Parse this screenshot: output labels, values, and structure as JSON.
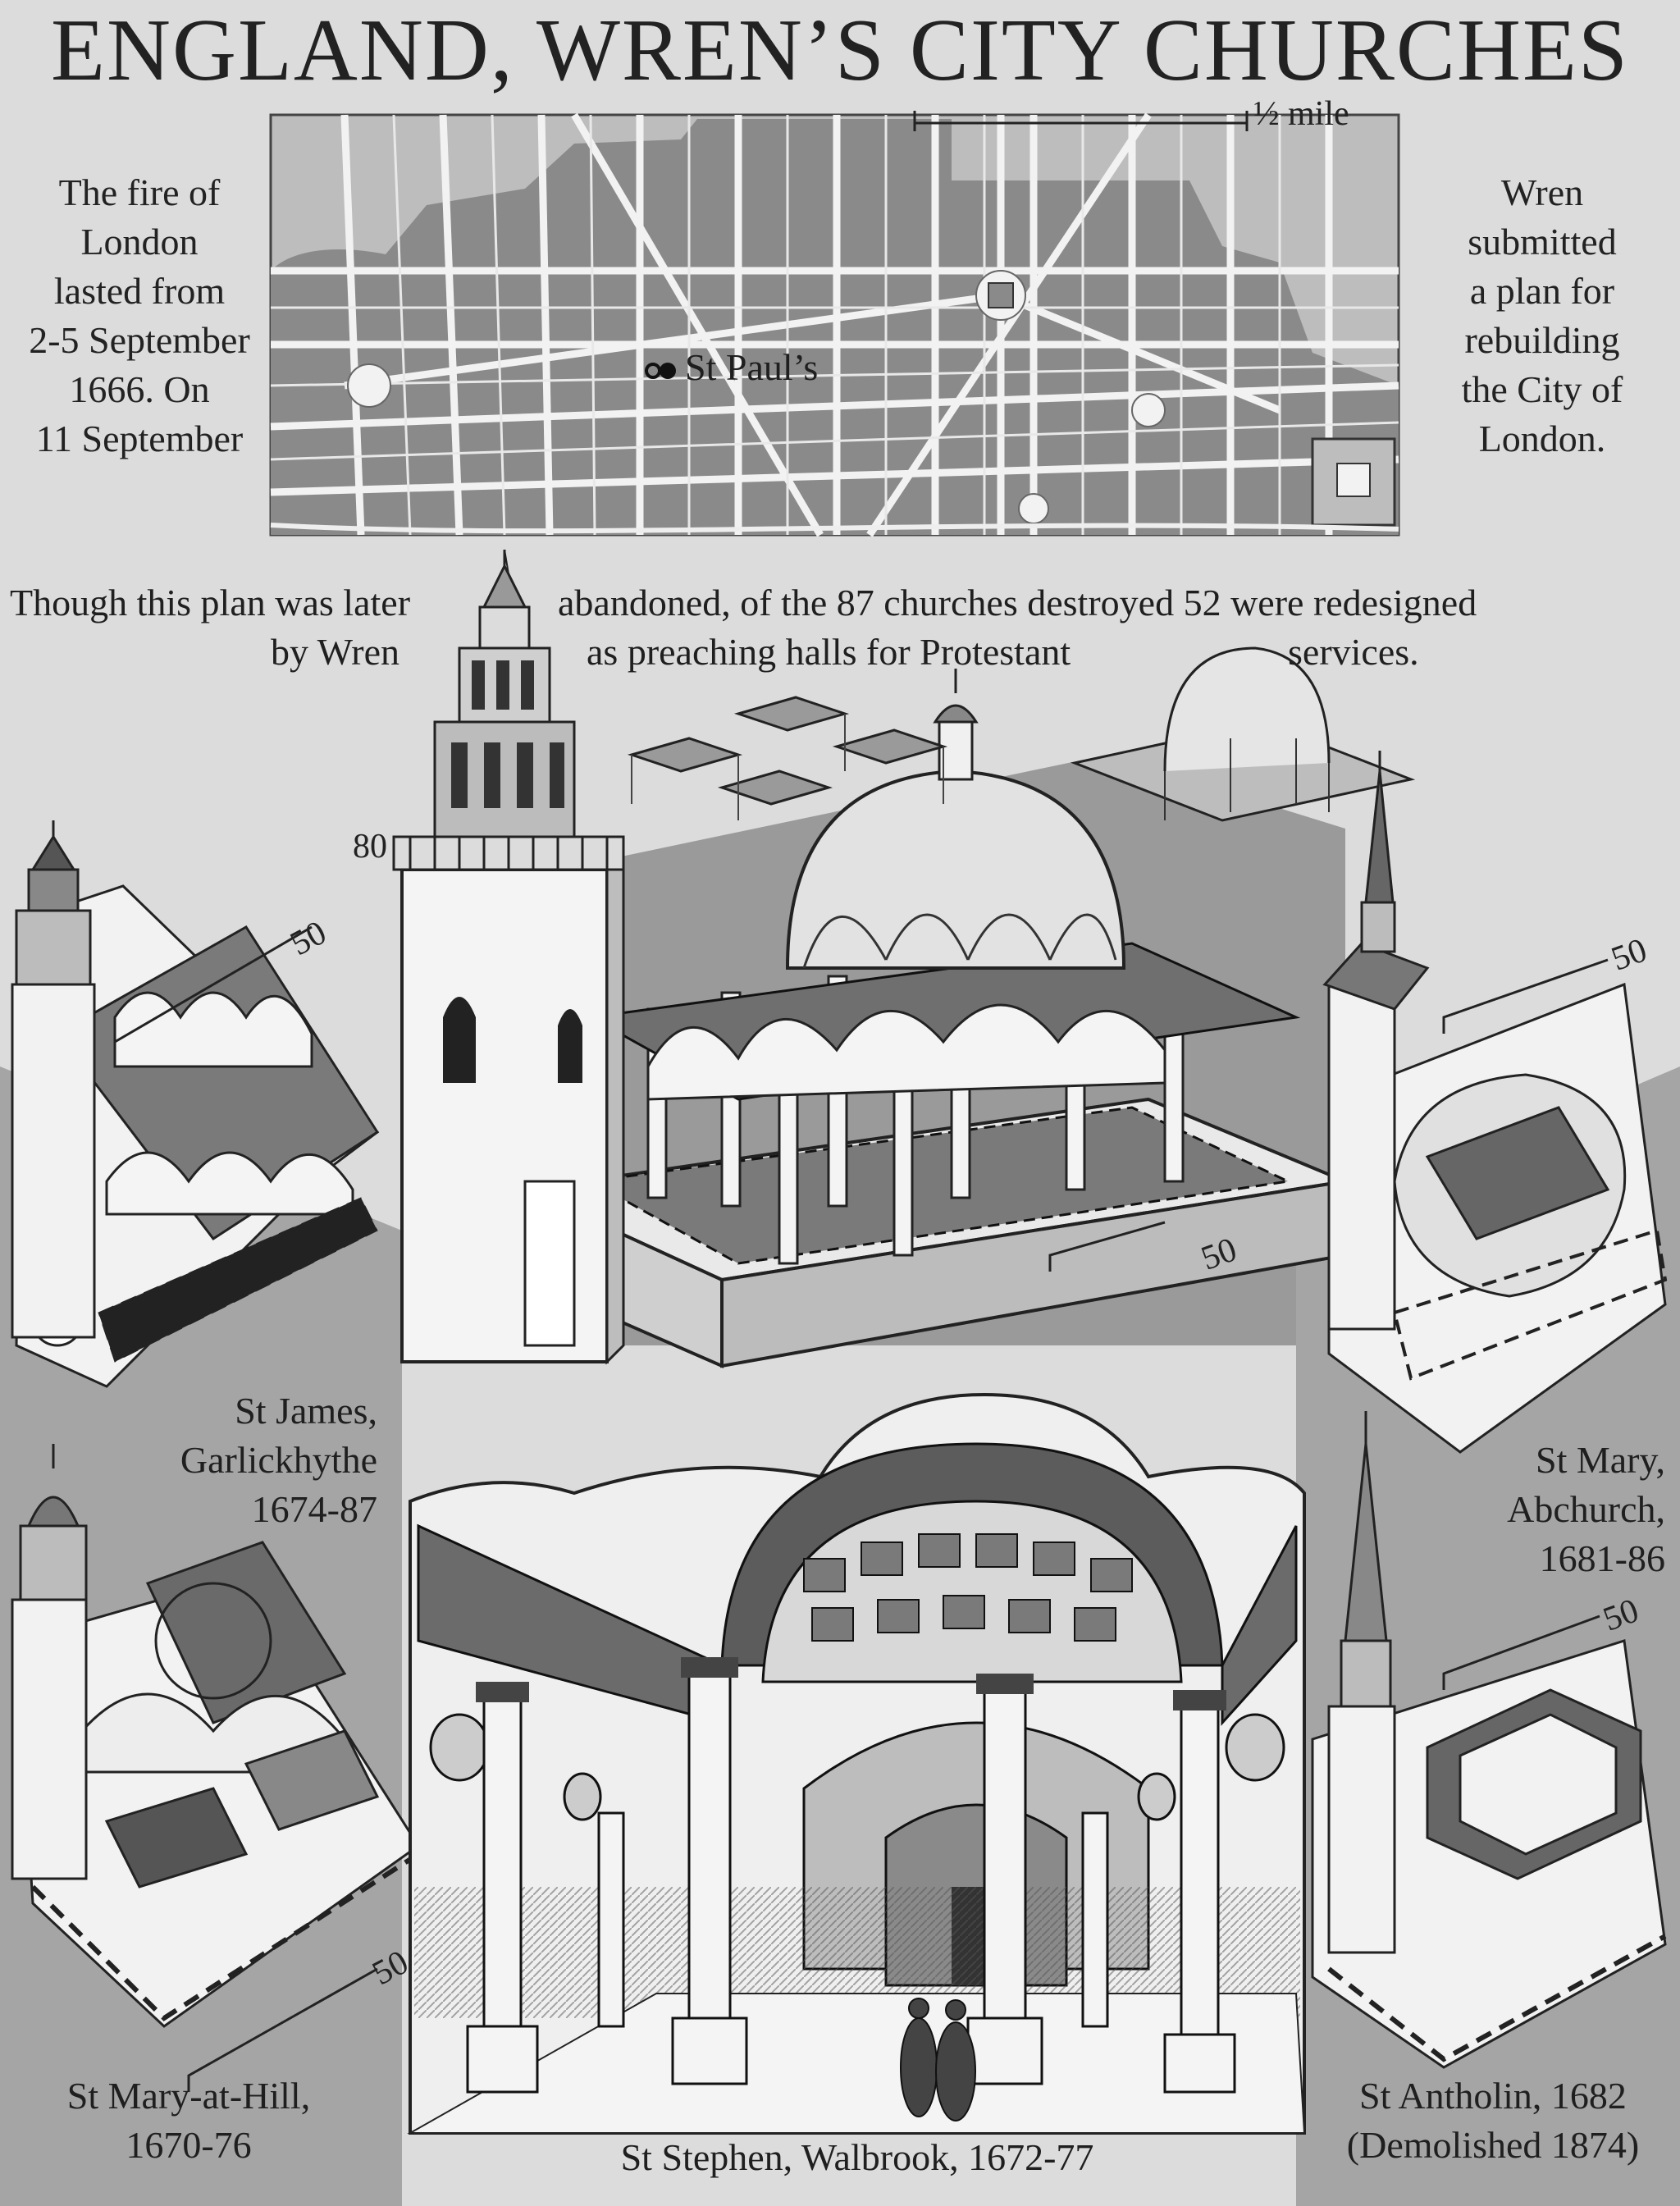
{
  "title": "ENGLAND, WREN’S CITY CHURCHES",
  "map": {
    "scale_fraction": "½",
    "scale_unit": "mile",
    "landmark_label": "St Paul’s"
  },
  "intro_left": [
    "The fire of",
    "London",
    "lasted from",
    "2-5 September",
    "1666.  On",
    "11 September"
  ],
  "intro_right": [
    "Wren",
    "submitted",
    "a plan for",
    "rebuilding",
    "the City of",
    "London."
  ],
  "summary": {
    "line1_part1": "Though this plan was later",
    "line1_part2": "abandoned, of the 87 churches destroyed 52 were redesigned",
    "line2_part1": "by Wren",
    "line2_part2": "as preaching halls for Protestant",
    "line2_part3": "services."
  },
  "scale_marks": {
    "tower": "80",
    "st_james": "50",
    "center": "50",
    "st_mary_abchurch": "50",
    "st_antholin": "50",
    "st_mary_at_hill": "50"
  },
  "churches": {
    "st_james": [
      "St James,",
      "Garlickhythe",
      "1674-87"
    ],
    "st_mary_abchurch": [
      "St Mary,",
      "Abchurch,",
      "1681-86"
    ],
    "st_mary_at_hill": [
      "St Mary-at-Hill,",
      "1670-76"
    ],
    "st_stephen": "St Stephen, Walbrook, 1672-77",
    "st_antholin": [
      "St Antholin, 1682",
      "(Demolished 1874)"
    ]
  },
  "colors": {
    "background": "#dcdcdc",
    "map_dark": "#8a8a8a",
    "map_light": "#bdbdbd",
    "streets": "#f2f2f2",
    "ink": "#1c1c1c",
    "panel_grey": "#9a9a9a"
  }
}
